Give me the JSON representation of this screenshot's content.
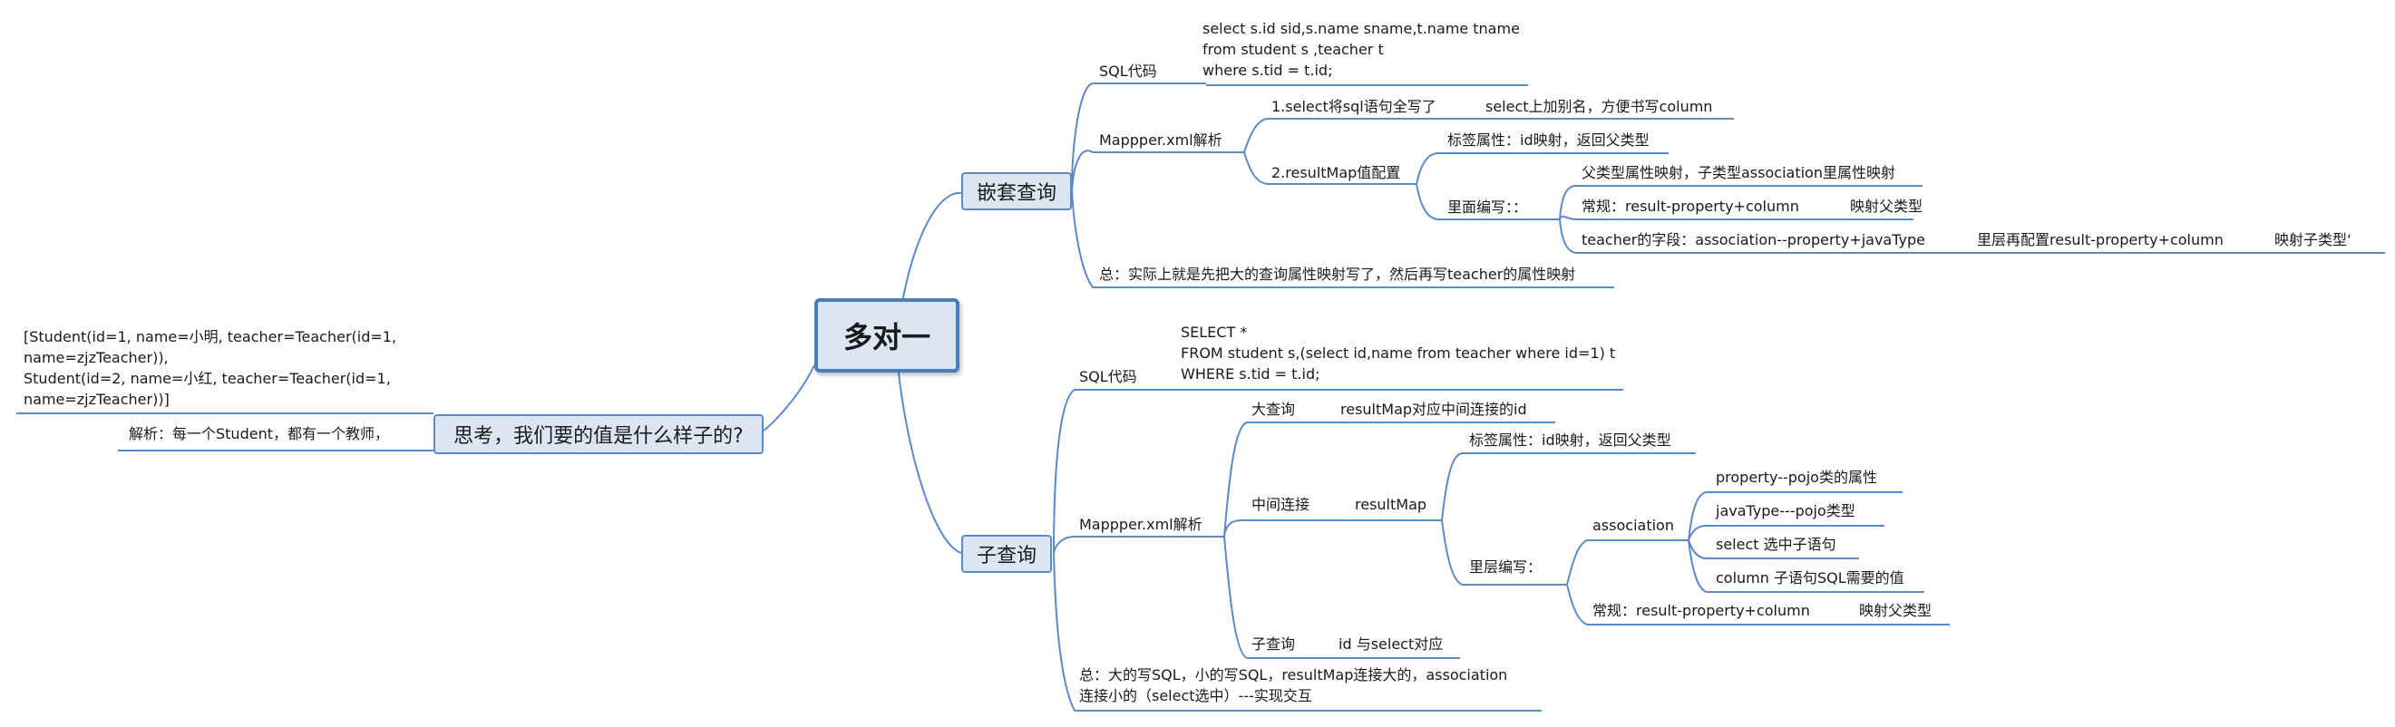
{
  "root": "多对一",
  "left_branch": {
    "title": "思考，我们要的值是什么样子的?",
    "result_text": "[Student(id=1, name=小明, teacher=Teacher(id=1,\nname=zjzTeacher)),\nStudent(id=2, name=小红, teacher=Teacher(id=1,\nname=zjzTeacher))]",
    "note": "解析：每一个Student，都有一个教师，"
  },
  "nested": {
    "title": "嵌套查询",
    "sql_label": "SQL代码",
    "sql_code": "select s.id sid,s.name sname,t.name tname\nfrom student s ,teacher t\nwhere s.tid = t.id;",
    "mapper_label": "Mappper.xml解析",
    "step1": "1.select将sql语句全写了",
    "step1_note": "select上加别名，方便书写column",
    "step2": "2.resultMap值配置",
    "attr": "标签属性：id映射，返回父类型",
    "inner": "里面编写：：",
    "inner_parent": "父类型属性映射，子类型association里属性映射",
    "inner_normal": "常规：result-property+column",
    "inner_normal_map": "映射父类型",
    "inner_teacher": "teacher的字段：association--property+javaType",
    "inner_teacher_inner": "里层再配置result-property+column",
    "inner_teacher_map": "映射子类型‘",
    "summary": "总：实际上就是先把大的查询属性映射写了，然后再写teacher的属性映射"
  },
  "sub": {
    "title": "子查询",
    "sql_label": "SQL代码",
    "sql_code": "SELECT *\nFROM student s,(select id,name from teacher where id=1) t\nWHERE s.tid = t.id;",
    "mapper_label": "Mappper.xml解析",
    "big_query": "大查询",
    "big_query_note": "resultMap对应中间连接的id",
    "middle": "中间连接",
    "resultmap": "resultMap",
    "attr": "标签属性：id映射，返回父类型",
    "inner": "里层编写：",
    "association": "association",
    "assoc_property": "property--pojo类的属性",
    "assoc_javatype": "javaType---pojo类型",
    "assoc_select": "select 选中子语句",
    "assoc_column": "column 子语句SQL需要的值",
    "normal": "常规：result-property+column",
    "normal_map": "映射父类型",
    "subquery": "子查询",
    "subquery_note": "id 与select对应",
    "summary": "总：大的写SQL，小的写SQL，resultMap连接大的，association\n连接小的（select选中）---实现交互"
  }
}
